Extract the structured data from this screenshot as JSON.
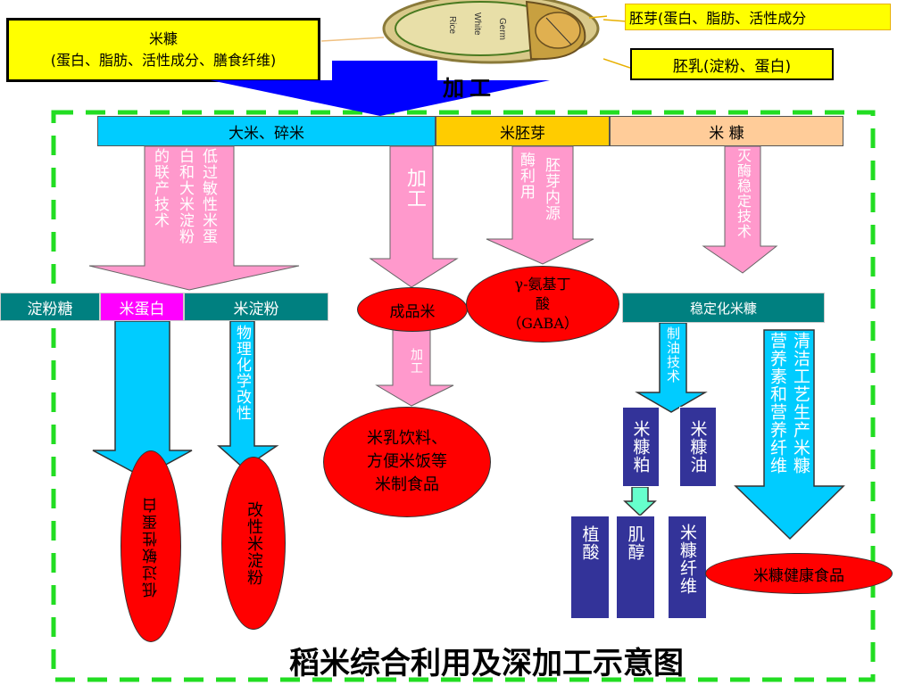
{
  "colors": {
    "frame": "#22dd22",
    "cyan": "#00ccff",
    "pink": "#ff99cc",
    "red": "#ff0000",
    "teal": "#008080",
    "navy": "#333399",
    "yellow": "#ffff00",
    "magenta": "#ff00ff",
    "blue": "#0000ff",
    "orange": "#ffcc00",
    "peach": "#ffcc99"
  },
  "top": {
    "rice_bran_note": {
      "line1": "米糠",
      "line2": "(蛋白、脂肪、活性成分、膳食纤维)"
    },
    "embryo_note": "胚芽(蛋白、脂肪、活性成分",
    "endosperm_note": "胚乳(淀粉、蛋白)",
    "grain_labels": [
      "Rice",
      "White",
      "Germ"
    ],
    "process_label": "加工"
  },
  "row1": {
    "rice": "大米、碎米",
    "germ": "米胚芽",
    "bran": "米 糠"
  },
  "arrows": {
    "joint_tech_1": "的联产技术",
    "joint_tech_2": "白和大米淀粉",
    "joint_tech_3": "低过敏性米蛋",
    "process": "加工",
    "enzyme": "酶利用",
    "germ_source": "胚芽内源",
    "enzyme_kill": "灭酶稳定技术",
    "physchem": "物理化学改性",
    "process_small": "加工",
    "oil_tech": "制油技术",
    "clean_1": "营养素和营养纤维",
    "clean_2": "清洁工艺生产米糠"
  },
  "row2": {
    "starch_sugar": "淀粉糖",
    "rice_protein": "米蛋白",
    "rice_starch": "米淀粉",
    "finished_rice": "成品米",
    "gaba_line1": "γ-氨基丁",
    "gaba_line2": "酸",
    "gaba_line3": "（GABA）",
    "stabilized_bran": "稳定化米糠"
  },
  "products": {
    "low_allergy_protein": "低过敏性蛋白",
    "modified_starch": "改性米淀粉",
    "rice_foods_line1": "米乳饮料、",
    "rice_foods_line2": "方便米饭等",
    "rice_foods_line3": "米制食品",
    "bran_meal": "米糠粕",
    "bran_oil": "米糠油",
    "phytic_acid": "植酸",
    "inositol": "肌醇",
    "bran_fiber": "米糠纤维",
    "bran_health_food": "米糠健康食品"
  },
  "title": "稻米综合利用及深加工示意图"
}
